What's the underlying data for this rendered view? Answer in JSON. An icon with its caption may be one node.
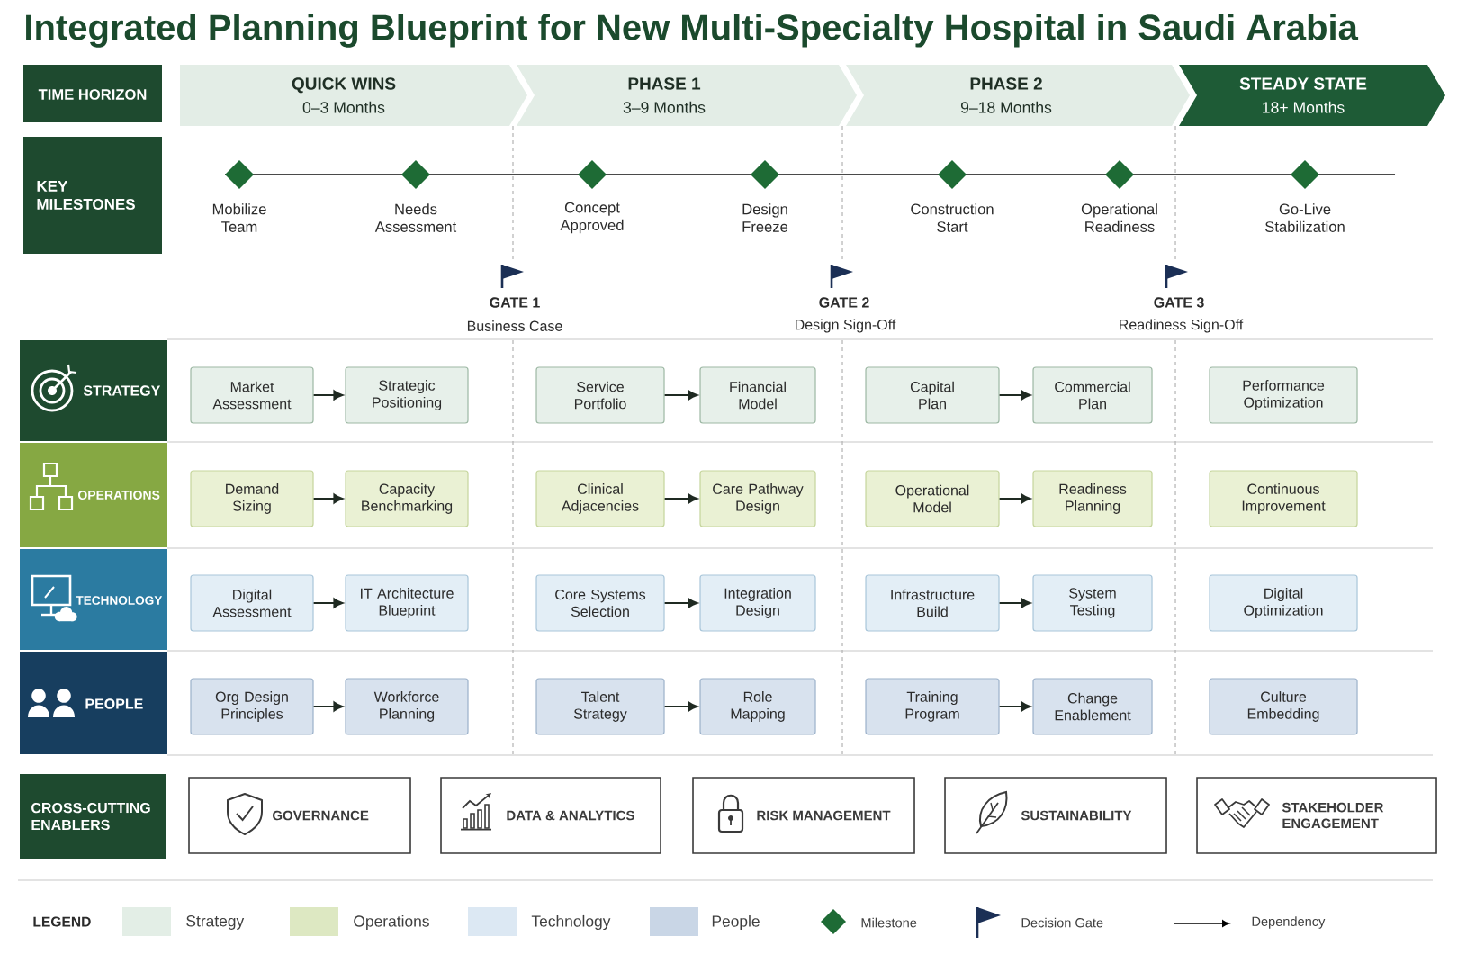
{
  "diagram": {
    "title": "Integrated Planning Blueprint for New Multi-Specialty Hospital in Saudi Arabia",
    "nodes": [
      {
        "text": [
          "TIME HORIZON"
        ]
      },
      {
        "text": [
          "QUICK WINS",
          "0–3 Months"
        ]
      },
      {
        "text": [
          "PHASE 1",
          "3–9 Months"
        ]
      },
      {
        "text": [
          "PHASE 2",
          "9–18 Months"
        ]
      },
      {
        "text": [
          "STEADY STATE",
          "18+ Months"
        ]
      },
      {
        "text": [
          "KEY MILESTONES"
        ]
      },
      {
        "text": [
          "STRATEGY"
        ]
      },
      {
        "text": [
          "Market Assessment"
        ]
      },
      {
        "text": [
          "Strategic Positioning"
        ]
      },
      {
        "text": [
          "Service Portfolio"
        ]
      },
      {
        "text": [
          "Financial Model"
        ]
      },
      {
        "text": [
          "Capital Plan"
        ]
      },
      {
        "text": [
          "Commercial Plan"
        ]
      },
      {
        "text": [
          "Performance Optimization"
        ]
      },
      {
        "text": [
          "OPERATIONS"
        ]
      },
      {
        "text": [
          "Demand Sizing"
        ]
      },
      {
        "text": [
          "Capacity Benchmarking"
        ]
      },
      {
        "text": [
          "Clinical Adjacencies"
        ]
      },
      {
        "text": [
          "Care Pathway Design"
        ]
      },
      {
        "text": [
          "Operational Model"
        ]
      },
      {
        "text": [
          "Readiness Planning"
        ]
      },
      {
        "text": [
          "Continuous Improvement"
        ]
      },
      {
        "text": [
          "TECHNOLOGY"
        ]
      },
      {
        "text": [
          "Digital Assessment"
        ]
      },
      {
        "text": [
          "IT Architecture Blueprint"
        ]
      },
      {
        "text": [
          "Core Systems Selection"
        ]
      },
      {
        "text": [
          "Integration Design"
        ]
      },
      {
        "text": [
          "Infrastructure Build"
        ]
      },
      {
        "text": [
          "System Testing"
        ]
      },
      {
        "text": [
          "Digital Optimization"
        ]
      },
      {
        "text": [
          "PEOPLE"
        ]
      },
      {
        "text": [
          "Org Design Principles"
        ]
      },
      {
        "text": [
          "Workforce Planning"
        ]
      },
      {
        "text": [
          "Talent Strategy"
        ]
      },
      {
        "text": [
          "Role Mapping"
        ]
      },
      {
        "text": [
          "Training Program"
        ]
      },
      {
        "text": [
          "Change Enablement"
        ]
      },
      {
        "text": [
          "Culture Embedding"
        ]
      },
      {
        "text": [
          "CROSS-CUTTING ENABLERS"
        ]
      },
      {
        "text": [
          "GOVERNANCE"
        ]
      },
      {
        "text": [
          "DATA & ANALYTICS"
        ]
      },
      {
        "text": [
          "RISK MANAGEMENT"
        ]
      },
      {
        "text": [
          "SUSTAINABILITY"
        ]
      },
      {
        "text": [
          "STAKEHOLDER ENGAGEMENT"
        ]
      }
    ],
    "edges": [
      {
        "from": 7,
        "to": 8,
        "arrow": "to"
      },
      {
        "from": 9,
        "to": 10,
        "arrow": "to"
      },
      {
        "from": 11,
        "to": 12,
        "arrow": "to"
      },
      {
        "from": 15,
        "to": 16,
        "arrow": "to"
      },
      {
        "from": 17,
        "to": 18,
        "arrow": "to"
      },
      {
        "from": 19,
        "to": 20,
        "arrow": "to"
      },
      {
        "from": 23,
        "to": 24,
        "arrow": "to"
      },
      {
        "from": 25,
        "to": 26,
        "arrow": "to"
      },
      {
        "from": 27,
        "to": 28,
        "arrow": "to"
      },
      {
        "from": 31,
        "to": 32,
        "arrow": "to"
      },
      {
        "from": 33,
        "to": 34,
        "arrow": "to"
      },
      {
        "from": 35,
        "to": 36,
        "arrow": "to"
      }
    ],
    "labels": [
      "Mobilize Team",
      "Needs Assessment",
      "Concept Approved",
      "Design Freeze",
      "Construction Start",
      "Operational Readiness",
      "Go-Live Stabilization",
      "GATE 1",
      "Business Case",
      "GATE 2",
      "Design Sign-Off",
      "GATE 3",
      "Readiness Sign-Off",
      "LEGEND"
    ],
    "legend": [
      {
        "text": "Strategy",
        "color": "#e3eee6"
      },
      {
        "text": "Operations",
        "color": "#dde8c2"
      },
      {
        "text": "Technology",
        "color": "#dce8f3"
      },
      {
        "text": "People",
        "color": "#c9d6e6"
      },
      {
        "text": "Milestone"
      },
      {
        "text": "Decision Gate"
      },
      {
        "text": "Dependency"
      }
    ]
  }
}
